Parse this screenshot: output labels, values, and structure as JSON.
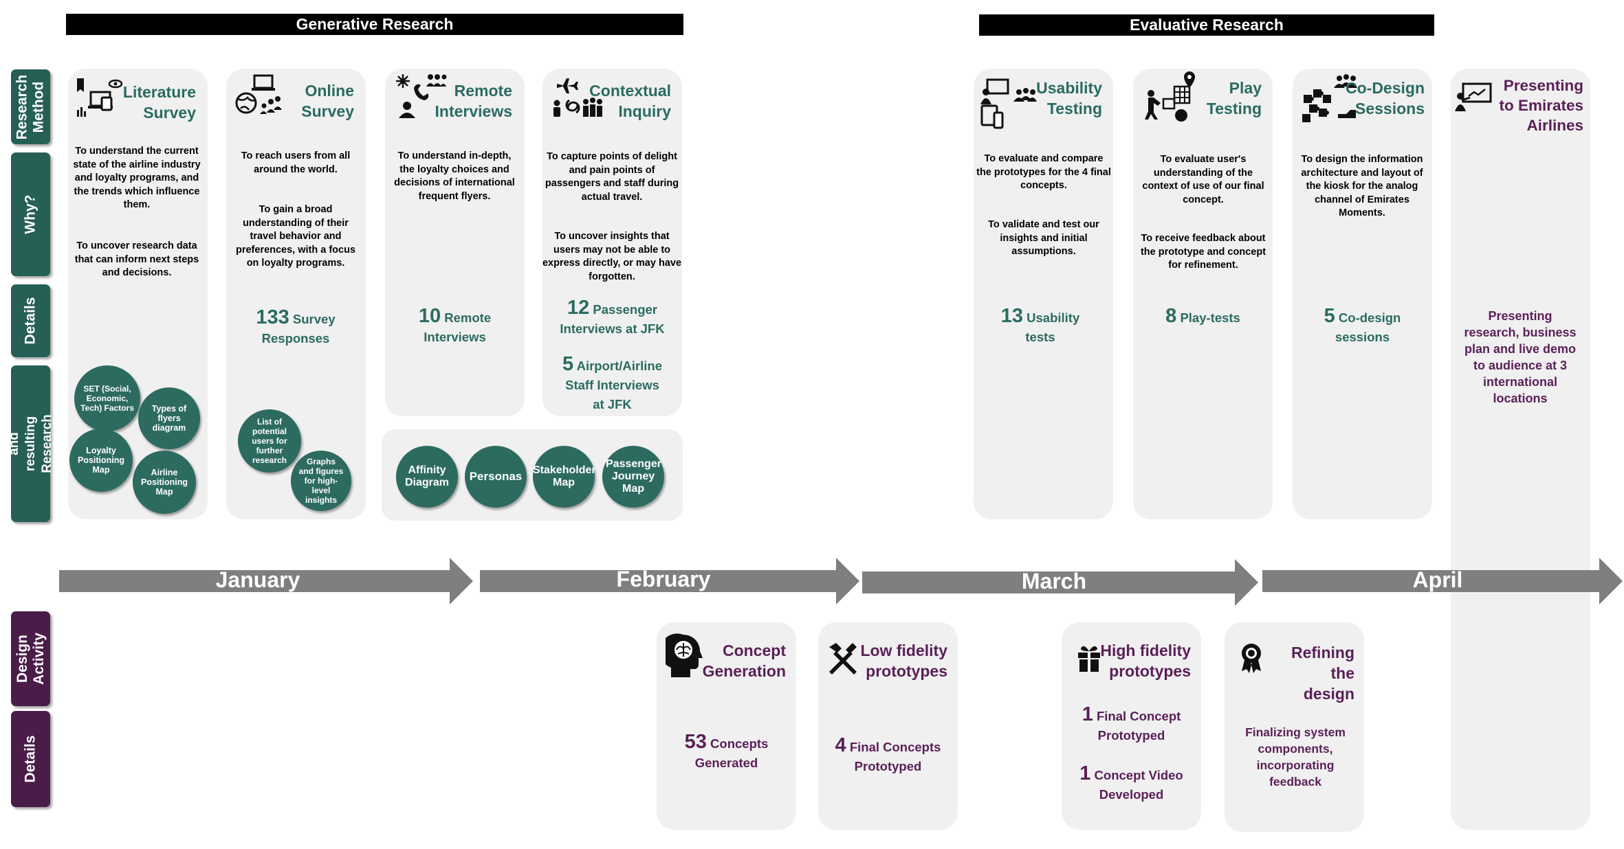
{
  "headers": {
    "generative": "Generative Research",
    "evaluative": "Evaluative Research"
  },
  "side_labels": {
    "research_method": "Research Method",
    "why": "Why?",
    "details": "Details",
    "synthesis": "Synthesis and resulting Research Artifacts",
    "design_activity": "Design Activity",
    "design_details": "Details"
  },
  "months": [
    "January",
    "February",
    "March",
    "April"
  ],
  "research": {
    "literature": {
      "title1": "Literature",
      "title2": "Survey",
      "why": [
        "To understand the current state of the airline industry and loyalty programs, and the trends which influence them.",
        "To uncover research data that can inform next steps and decisions."
      ],
      "artifacts": [
        "SET (Social, Economic, Tech) Factors",
        "Types of flyers diagram",
        "Loyalty Positioning Map",
        "Airline Positioning Map"
      ]
    },
    "online": {
      "title1": "Online",
      "title2": "Survey",
      "why": [
        "To reach users from all around the world.",
        "To gain a broad understanding of their travel behavior and preferences, with a focus on loyalty programs."
      ],
      "num": "133",
      "detail1": "Survey",
      "detail2": "Responses",
      "artifacts": [
        "List of potential users for further research",
        "Graphs and figures for high-level insights"
      ]
    },
    "remote": {
      "title1": "Remote",
      "title2": "Interviews",
      "why": [
        "To understand in-depth, the loyalty choices and decisions of international frequent flyers."
      ],
      "num": "10",
      "detail1": "Remote",
      "detail2": "Interviews"
    },
    "contextual": {
      "title1": "Contextual",
      "title2": "Inquiry",
      "why": [
        "To capture points of delight and pain points of passengers and staff during actual travel.",
        "To  uncover insights that users may not be able to express directly, or may have forgotten."
      ],
      "num1": "12",
      "detail1a": "Passenger",
      "detail1b": "Interviews at JFK",
      "num2": "5",
      "detail2a": "Airport/Airline",
      "detail2b": "Staff Interviews",
      "detail2c": "at JFK"
    },
    "shared_artifacts": [
      "Affinity Diagram",
      "Personas",
      "Stakeholder Map",
      "Passenger Journey Map"
    ],
    "usability": {
      "title1": "Usability",
      "title2": "Testing",
      "why": [
        "To evaluate and compare the prototypes for the 4 final concepts.",
        "To validate and test our insights and initial assumptions."
      ],
      "num": "13",
      "detail1": "Usability",
      "detail2": "tests"
    },
    "play": {
      "title1": "Play",
      "title2": "Testing",
      "why": [
        "To evaluate user's understanding of the context of use of our final concept.",
        "To receive feedback about the prototype and concept for refinement."
      ],
      "num": "8",
      "detail1": "Play-tests"
    },
    "codesign": {
      "title1": "Co-Design",
      "title2": "Sessions",
      "why": [
        "To design the information architecture and layout of the kiosk for the analog channel of Emirates Moments."
      ],
      "num": "5",
      "detail1": "Co-design",
      "detail2": "sessions"
    },
    "presenting": {
      "title": [
        "Presenting",
        "to Emirates",
        "Airlines"
      ],
      "detail": "Presenting research, business plan and live demo to audience at 3 international locations"
    }
  },
  "design": {
    "concept": {
      "title1": "Concept",
      "title2": "Generation",
      "num": "53",
      "detail1": "Concepts",
      "detail2": "Generated"
    },
    "lowfi": {
      "title1": "Low fidelity",
      "title2": "prototypes",
      "num": "4",
      "detail1": "Final Concepts",
      "detail2": "Prototyped"
    },
    "hifi": {
      "title1": "High fidelity",
      "title2": "prototypes",
      "num1": "1",
      "detail1a": "Final Concept",
      "detail1b": "Prototyped",
      "num2": "1",
      "detail2a": "Concept Video",
      "detail2b": "Developed"
    },
    "refining": {
      "title1": "Refining the",
      "title2": "design",
      "detail": "Finalizing system components, incorporating feedback"
    }
  },
  "colors": {
    "green": "#2a6b61",
    "purple": "#5a1f57",
    "card": "#f0f0f0",
    "arrow": "#7f7f7f"
  },
  "icons": [
    "book-chart-icon",
    "globe-people-icon",
    "network-phone-icon",
    "plane-people-icon",
    "presentation-people-icon",
    "person-grid-pin-icon",
    "puzzle-people-icon",
    "presenter-board-icon",
    "brain-head-icon",
    "hammer-icon",
    "gift-box-icon",
    "award-ribbon-icon"
  ]
}
